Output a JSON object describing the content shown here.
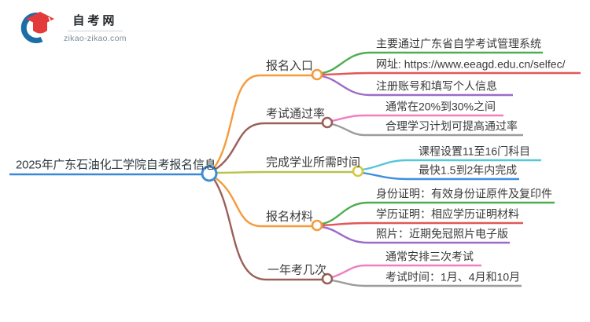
{
  "logo": {
    "site_name": "自考网",
    "domain": "zikao-zikao.com"
  },
  "center": {
    "title": "2025年广东石油化工学院自考报名信息"
  },
  "branches": [
    {
      "label": "报名入口",
      "color": "#f59b3b",
      "children": [
        {
          "text": "主要通过广东省自学考试管理系统",
          "color": "#4dae51"
        },
        {
          "text": "网址: https://www.eeagd.edu.cn/selfec/",
          "color": "#e25757"
        },
        {
          "text": "注册账号和填写个人信息",
          "color": "#9c6bc8"
        }
      ]
    },
    {
      "label": "考试通过率",
      "color": "#9a6058",
      "children": [
        {
          "text": "通常在20%到30%之间",
          "color": "#f07ec1"
        },
        {
          "text": "合理学习计划可提高通过率",
          "color": "#9c9c9c"
        }
      ]
    },
    {
      "label": "完成学业所需时间",
      "color": "#b9c24b",
      "children": [
        {
          "text": "课程设置11至16门科目",
          "color": "#57c7d7"
        },
        {
          "text": "最快1.5到2年内完成",
          "color": "#3e8ede"
        }
      ]
    },
    {
      "label": "报名材料",
      "color": "#f59b3b",
      "children": [
        {
          "text": "身份证明：有效身份证原件及复印件",
          "color": "#4dae51"
        },
        {
          "text": "学历证明：相应学历证明材料",
          "color": "#e25757"
        },
        {
          "text": "照片：近期免冠照片电子版",
          "color": "#9c6bc8"
        }
      ]
    },
    {
      "label": "一年考几次",
      "color": "#9a6058",
      "children": [
        {
          "text": "通常安排三次考试",
          "color": "#f07ec1"
        },
        {
          "text": "考试时间：1月、4月和10月",
          "color": "#9c9c9c"
        }
      ]
    }
  ],
  "colors": {
    "center_line": "#3a87d8",
    "center_circle": "#3a8fd8",
    "branch_circle_yellow": "#d6c83c",
    "logo_crescent": "#1c6ea6",
    "logo_cap": "#e33b3b",
    "text": "#3a3a3a"
  }
}
